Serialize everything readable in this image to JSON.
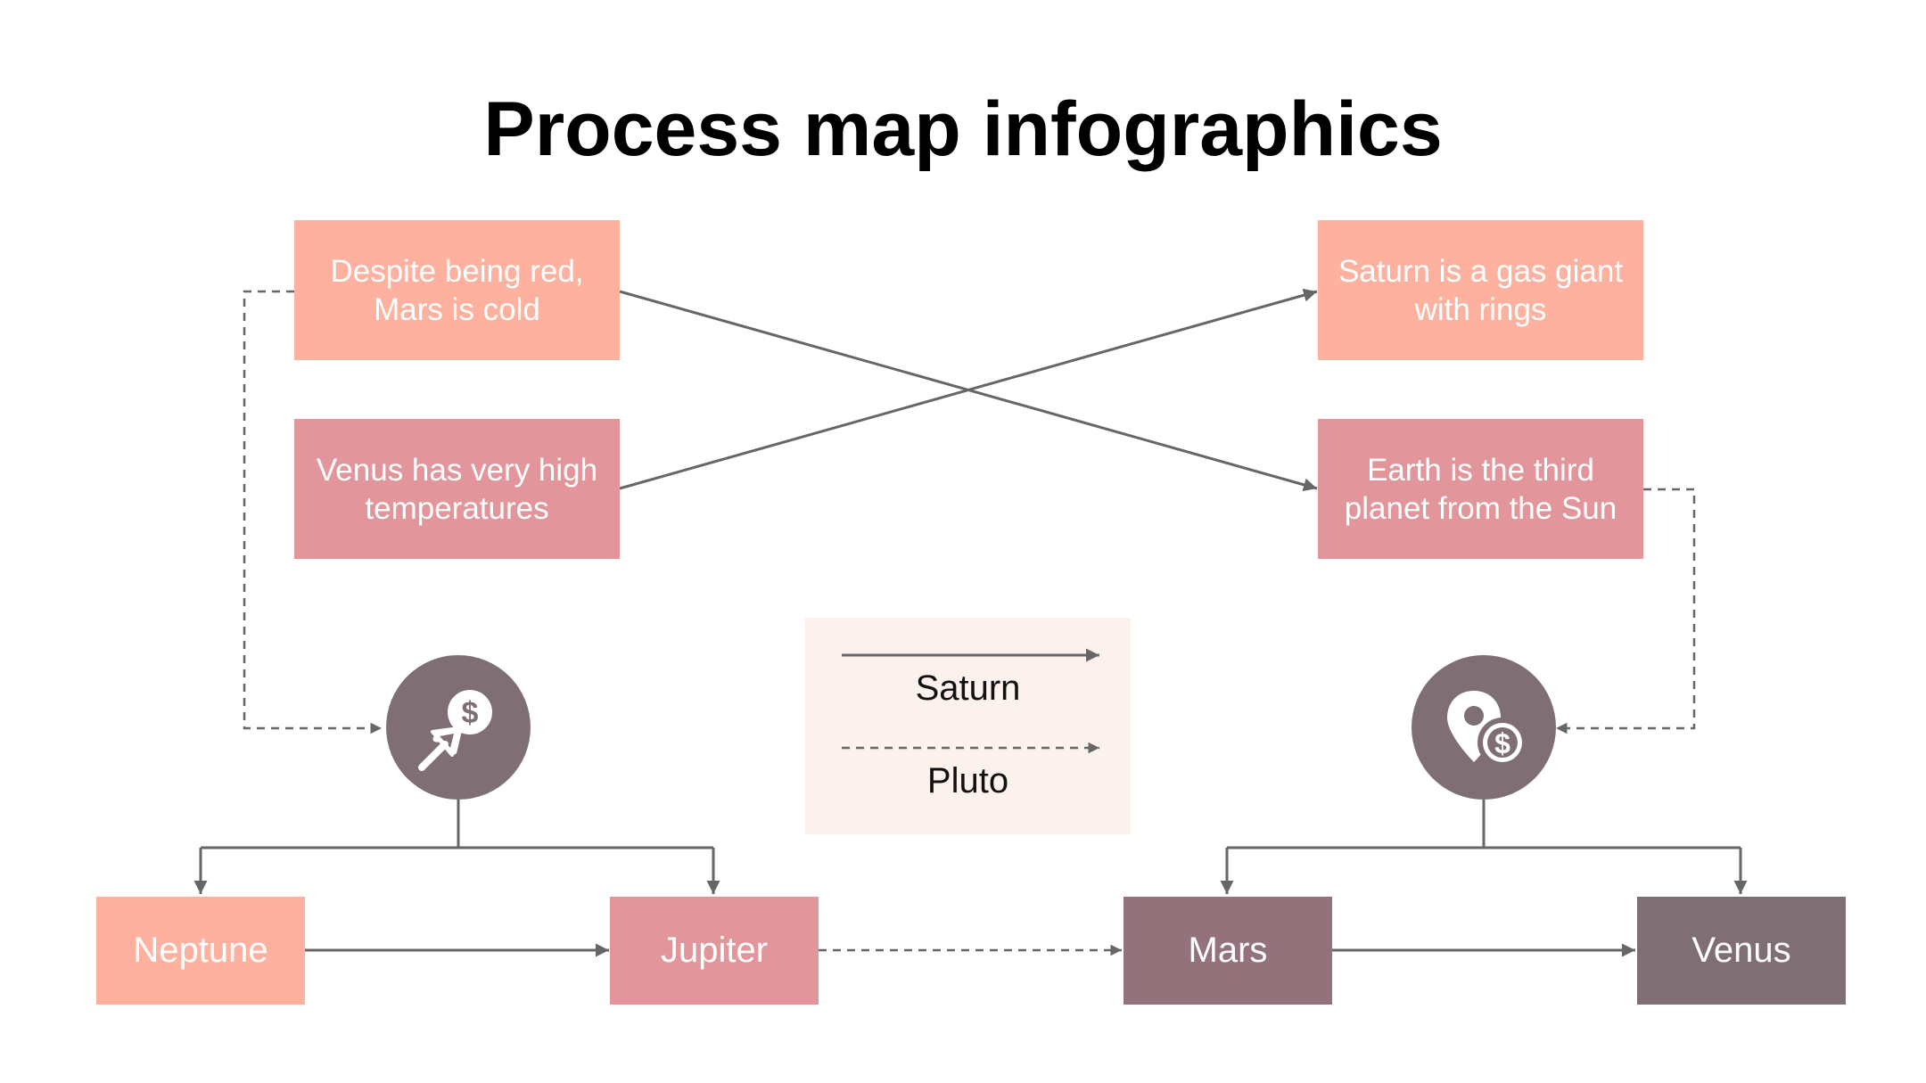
{
  "title": "Process map infographics",
  "colors": {
    "salmon": "#fdb19e",
    "rose": "#e2959a",
    "mauve": "#93727c",
    "grey_mauve": "#7f6f75",
    "circle": "#7f6f75",
    "line": "#666666",
    "legend_bg": "#fdf1ee"
  },
  "cards": {
    "mars_cold": "Despite being red, Mars is cold",
    "venus_hot": "Venus has very high temperatures",
    "saturn_gas": "Saturn is a gas giant with rings",
    "earth_third": "Earth is the third planet from the Sun"
  },
  "nodes": {
    "neptune": "Neptune",
    "jupiter": "Jupiter",
    "mars": "Mars",
    "venus": "Venus"
  },
  "icons": {
    "left": "cursor-dollar-icon",
    "right": "location-pin-dollar-icon"
  },
  "legend": {
    "solid_label": "Saturn",
    "dashed_label": "Pluto"
  }
}
